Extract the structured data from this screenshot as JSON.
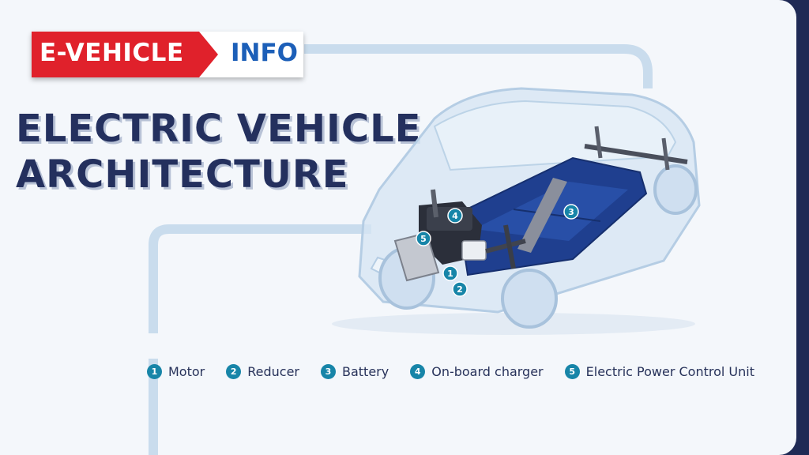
{
  "brand": {
    "part1": "E-VEHICLE",
    "part2": "INFO"
  },
  "title": {
    "line1": "ELECTRIC VEHICLE",
    "line2": "ARCHITECTURE"
  },
  "components": [
    {
      "num": "1",
      "label": "Motor"
    },
    {
      "num": "2",
      "label": "Reducer"
    },
    {
      "num": "3",
      "label": "Battery"
    },
    {
      "num": "4",
      "label": "On-board charger"
    },
    {
      "num": "5",
      "label": "Electric Power Control Unit"
    }
  ],
  "colors": {
    "brand_red": "#e0212b",
    "brand_blue": "#1c5fb8",
    "title_navy": "#24305e",
    "marker_teal": "#1785a8",
    "battery_blue": "#1f3f8f",
    "car_body": "#d6e6f4"
  }
}
